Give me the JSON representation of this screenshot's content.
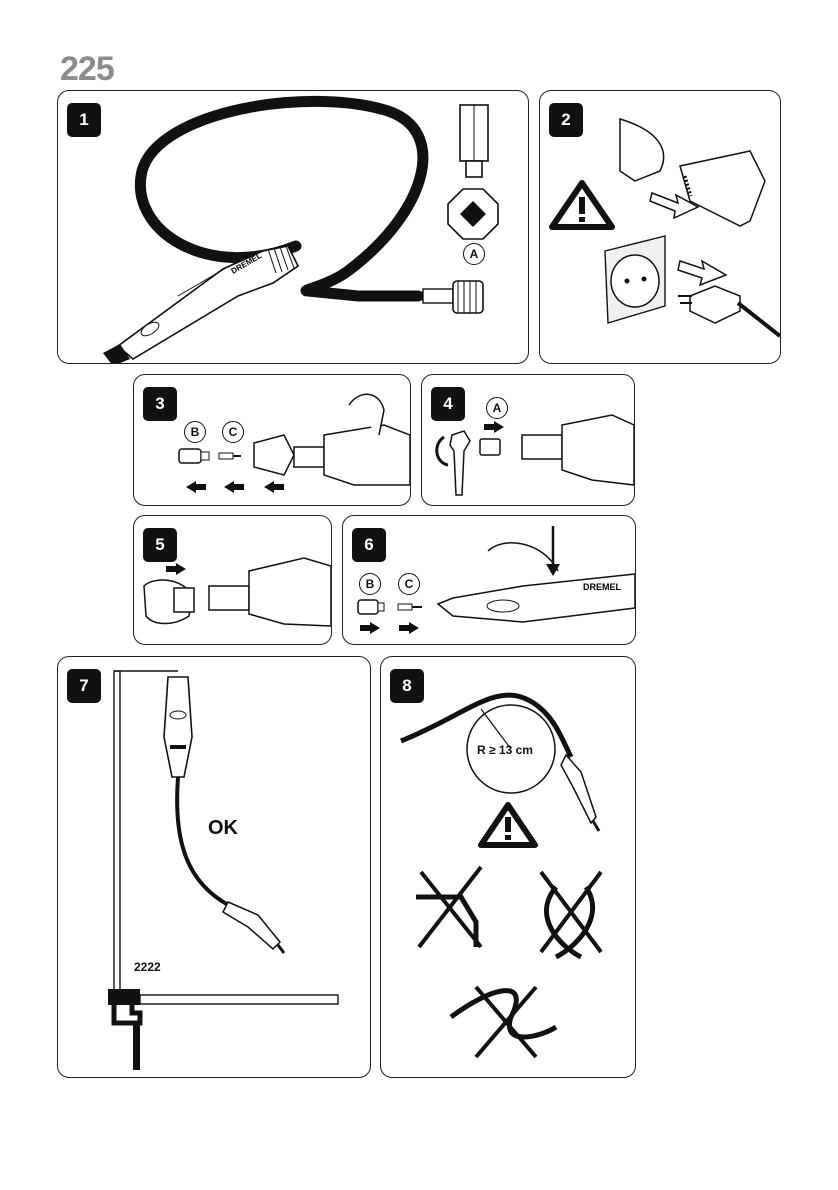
{
  "page": {
    "number": "225"
  },
  "panels": [
    {
      "step": "1",
      "labels": {
        "a": "A"
      },
      "brand": "DREMEL"
    },
    {
      "step": "2"
    },
    {
      "step": "3",
      "labels": {
        "b": "B",
        "c": "C"
      }
    },
    {
      "step": "4",
      "labels": {
        "a": "A"
      }
    },
    {
      "step": "5"
    },
    {
      "step": "6",
      "labels": {
        "b": "B",
        "c": "C"
      },
      "brand": "DREMEL"
    },
    {
      "step": "7",
      "ok": "OK",
      "model": "2222"
    },
    {
      "step": "8",
      "radius": "R ≥ 13 cm"
    }
  ],
  "icons": [
    "warning-triangle-icon",
    "arrow-left-icon",
    "arrow-right-icon",
    "unplug-arrow-icon",
    "rotate-arrow-icon",
    "cross-out-icon"
  ]
}
